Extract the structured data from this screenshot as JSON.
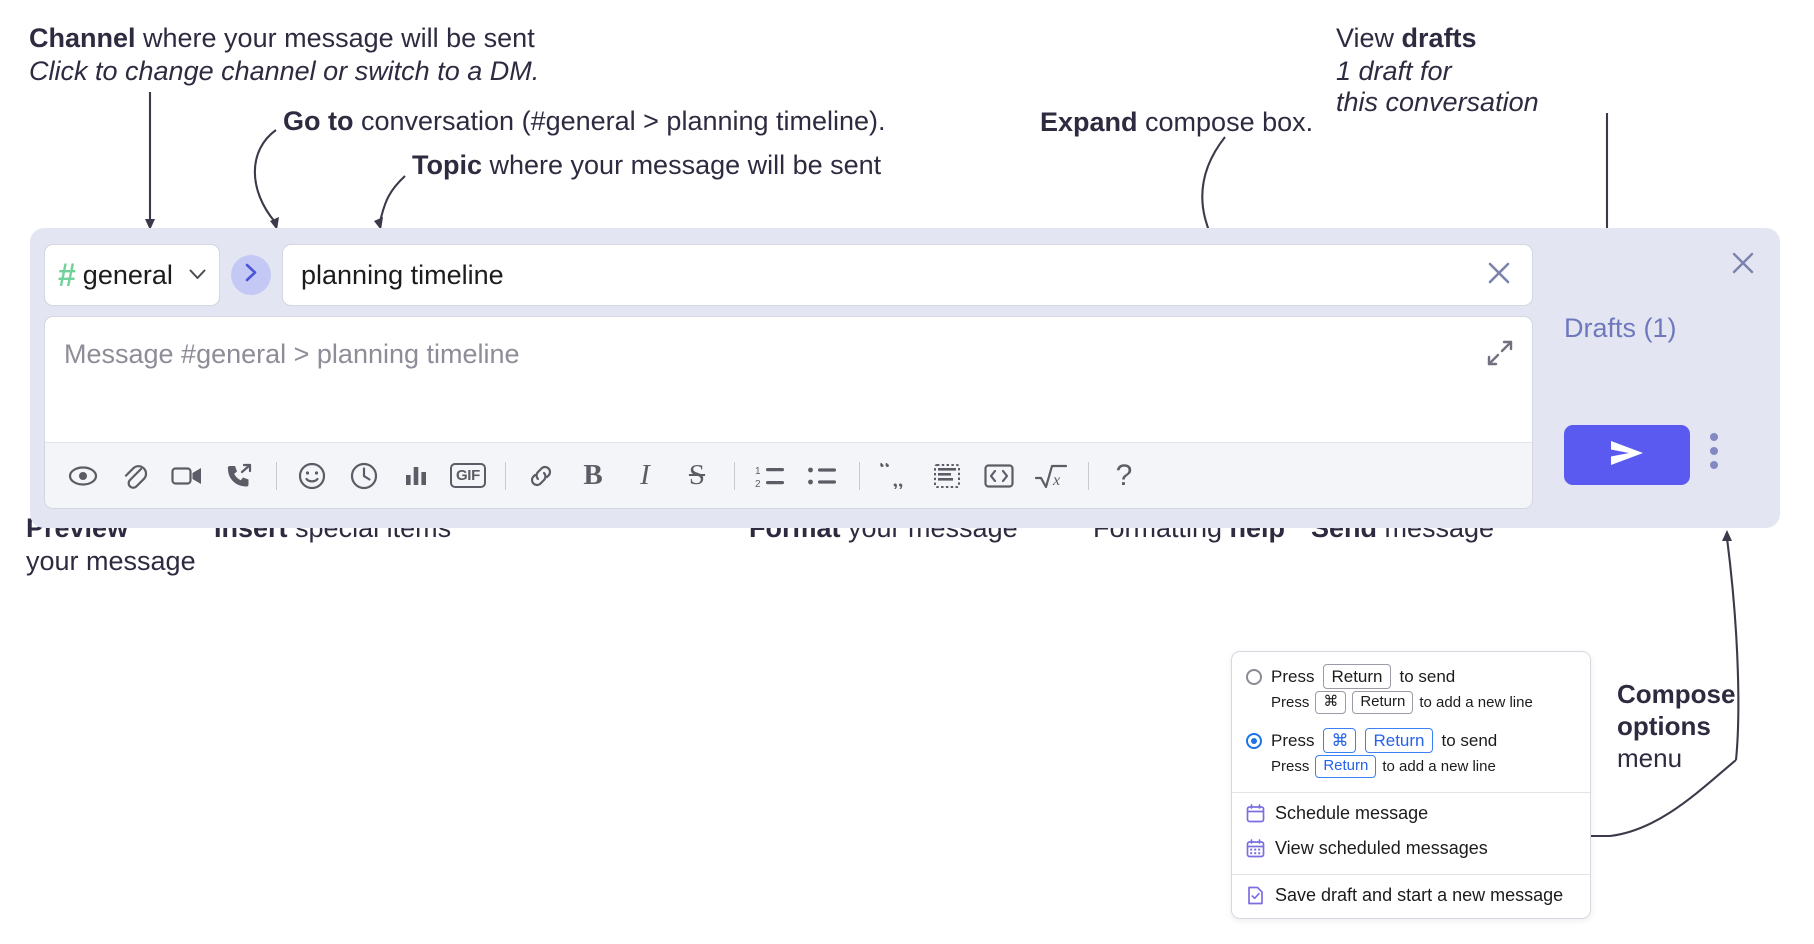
{
  "annotations": {
    "channel": {
      "bold": "Channel",
      "rest": " where your message will be sent",
      "italic": "Click to change channel or switch to a DM."
    },
    "goto": {
      "bold": "Go to",
      "rest": " conversation (#general > planning timeline)."
    },
    "topic": {
      "bold": "Topic",
      "rest": " where your message will be sent"
    },
    "expand": {
      "bold": "Expand",
      "rest": " compose box."
    },
    "drafts": {
      "bold_lead": "View ",
      "bold": "drafts",
      "italic_1": "1 draft for",
      "italic_2": "this conversation"
    },
    "preview": {
      "bold": "Preview",
      "rest": "your message"
    },
    "insert": {
      "bold": "Insert",
      "rest": " special items"
    },
    "format": {
      "bold": "Format",
      "rest": " your message"
    },
    "formatting_help": {
      "lead": "Formatting ",
      "bold": "help"
    },
    "send": {
      "bold": "Send",
      "rest": " message"
    },
    "compose_options": {
      "bold_1": "Compose",
      "bold_2": "options",
      "rest": "menu"
    }
  },
  "compose": {
    "channel_name": "general",
    "hash_icon": "hash-icon",
    "chevron_icon": "chevron-down-icon",
    "goto_icon": "chevron-right-icon",
    "topic_value": "planning timeline",
    "topic_clear_icon": "close-icon",
    "message_placeholder": "Message #general > planning timeline",
    "message_value": "",
    "expand_icon": "expand-diagonal-icon",
    "panel_close_icon": "close-icon",
    "drafts_label": "Drafts (1)",
    "send_icon": "send-paper-plane-icon",
    "kebab_icon": "more-vertical-icon",
    "toolbar": [
      {
        "name": "preview-button",
        "icon": "eye-icon",
        "label": "Preview"
      },
      {
        "name": "attach-button",
        "icon": "paperclip-icon",
        "label": "Attach file"
      },
      {
        "name": "video-clip-button",
        "icon": "video-camera-icon",
        "label": "Record video clip"
      },
      {
        "name": "audio-clip-button",
        "icon": "phone-forward-icon",
        "label": "Record audio clip"
      },
      {
        "name": "divider-1",
        "icon": "divider",
        "label": ""
      },
      {
        "name": "emoji-button",
        "icon": "smiley-icon",
        "label": "Emoji"
      },
      {
        "name": "reminder-button",
        "icon": "clock-icon",
        "label": "Reminder"
      },
      {
        "name": "poll-button",
        "icon": "bar-chart-icon",
        "label": "Poll"
      },
      {
        "name": "gif-button",
        "icon": "gif-icon",
        "label": "GIF"
      },
      {
        "name": "divider-2",
        "icon": "divider",
        "label": ""
      },
      {
        "name": "link-button",
        "icon": "link-icon",
        "label": "Link"
      },
      {
        "name": "bold-button",
        "icon": "bold-icon",
        "label": "B"
      },
      {
        "name": "italic-button",
        "icon": "italic-icon",
        "label": "I"
      },
      {
        "name": "strikethrough-button",
        "icon": "strikethrough-icon",
        "label": "S"
      },
      {
        "name": "divider-3",
        "icon": "divider",
        "label": ""
      },
      {
        "name": "ordered-list-button",
        "icon": "ordered-list-icon",
        "label": "Ordered list"
      },
      {
        "name": "bulleted-list-button",
        "icon": "bulleted-list-icon",
        "label": "Bulleted list"
      },
      {
        "name": "divider-4",
        "icon": "divider",
        "label": ""
      },
      {
        "name": "blockquote-button",
        "icon": "quote-icon",
        "label": "Blockquote"
      },
      {
        "name": "code-block-button",
        "icon": "code-block-icon",
        "label": "Code block"
      },
      {
        "name": "inline-code-button",
        "icon": "code-brackets-icon",
        "label": "Code"
      },
      {
        "name": "math-button",
        "icon": "square-root-icon",
        "label": "Math"
      },
      {
        "name": "divider-5",
        "icon": "divider",
        "label": ""
      },
      {
        "name": "formatting-help-button",
        "icon": "question-mark-icon",
        "label": "?"
      }
    ]
  },
  "options_menu": {
    "radio_options": [
      {
        "selected": false,
        "line_pre": "Press",
        "line_keys": [
          "Return"
        ],
        "line_post": "to send",
        "sub_pre": "Press",
        "sub_keys": [
          "⌘",
          "Return"
        ],
        "sub_post": "to add a new line",
        "keys_blue": false
      },
      {
        "selected": true,
        "line_pre": "Press",
        "line_keys": [
          "⌘",
          "Return"
        ],
        "line_post": "to send",
        "sub_pre": "Press",
        "sub_keys": [
          "Return"
        ],
        "sub_post": "to add a new line",
        "keys_blue": true
      }
    ],
    "items": [
      {
        "icon": "calendar-clock-icon",
        "label": "Schedule message"
      },
      {
        "icon": "calendar-grid-icon",
        "label": "View scheduled messages"
      },
      {
        "icon": "document-check-icon",
        "label": "Save draft and start a new message"
      }
    ]
  },
  "colors": {
    "panel_bg": "#e3e6f2",
    "send_button": "#5a5af0",
    "hash_green": "#6fd29a",
    "goto_circle": "#c3c9f4",
    "drafts_text": "#6f78bd",
    "radio_blue": "#1a74e8",
    "menu_icon_purple": "#7b6fe0"
  }
}
